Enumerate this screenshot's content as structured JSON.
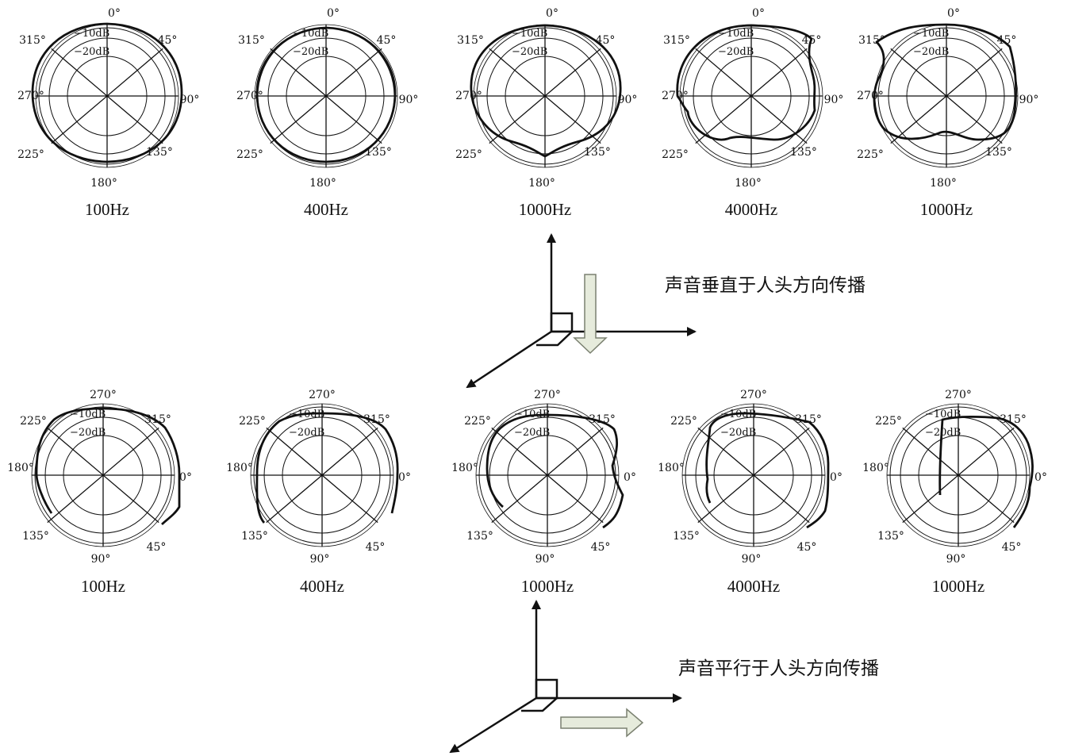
{
  "rows": [
    {
      "caption": "声音垂直于人头方向传播",
      "angle_labels": [
        "0°",
        "45°",
        "90°",
        "135°",
        "180°",
        "225°",
        "270°",
        "315°"
      ],
      "db_labels": [
        "−10dB",
        "−20dB"
      ],
      "plots": [
        {
          "freq": "100Hz"
        },
        {
          "freq": "400Hz"
        },
        {
          "freq": "1000Hz"
        },
        {
          "freq": "4000Hz"
        },
        {
          "freq": "1000Hz"
        }
      ]
    },
    {
      "caption": "声音平行于人头方向传播",
      "angle_labels": [
        "270°",
        "315°",
        "0°",
        "45°",
        "90°",
        "135°",
        "180°",
        "225°"
      ],
      "db_labels": [
        "−10dB",
        "−20dB"
      ],
      "plots": [
        {
          "freq": "100Hz"
        },
        {
          "freq": "400Hz"
        },
        {
          "freq": "1000Hz"
        },
        {
          "freq": "4000Hz"
        },
        {
          "freq": "1000Hz"
        }
      ]
    }
  ],
  "colors": {
    "arrow_fill": "#e6ebdc",
    "arrow_stroke": "#7a8070",
    "ink": "#111111"
  }
}
